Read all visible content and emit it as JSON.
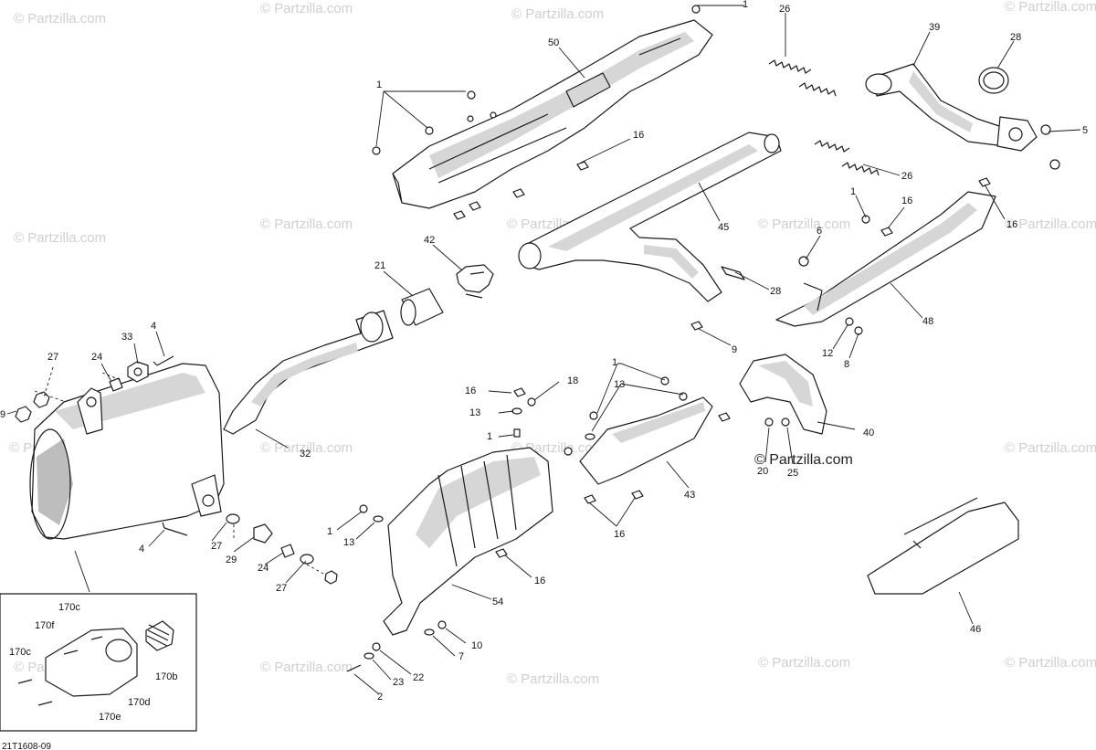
{
  "drawing_code": "21T1608-09",
  "watermark_text": "© Partzilla.com",
  "watermark_prominent": "© Partzilla.com",
  "callouts": {
    "c1_top": "1",
    "c26_top": "26",
    "c39": "39",
    "c28_top": "28",
    "c50": "50",
    "c1_a": "1",
    "c16_a": "16",
    "c5": "5",
    "c26_b": "26",
    "c1_b": "1",
    "c16_b": "16",
    "c16_c": "16",
    "c45": "45",
    "c42": "42",
    "c21": "21",
    "c6": "6",
    "c28_b": "28",
    "c48": "48",
    "c9_mid": "9",
    "c12": "12",
    "c8": "8",
    "c33": "33",
    "c4_a": "4",
    "c27_a": "27",
    "c24_a": "24",
    "c9_left": "9",
    "c32": "32",
    "c1_c": "1",
    "c13_a": "13",
    "c18": "18",
    "c16_d": "16",
    "c13_b": "13",
    "c1_d": "1",
    "c40": "40",
    "c20": "20",
    "c25": "25",
    "c43": "43",
    "c16_e": "16",
    "c4_b": "4",
    "c27_b": "27",
    "c29": "29",
    "c24_b": "24",
    "c27_c": "27",
    "c1_e": "1",
    "c13_c": "13",
    "c16_f": "16",
    "c54": "54",
    "c10": "10",
    "c7": "7",
    "c22": "22",
    "c23": "23",
    "c2": "2",
    "c46": "46",
    "c170c_a": "170c",
    "c170f": "170f",
    "c170c_b": "170c",
    "c170b": "170b",
    "c170d": "170d",
    "c170e": "170e"
  }
}
